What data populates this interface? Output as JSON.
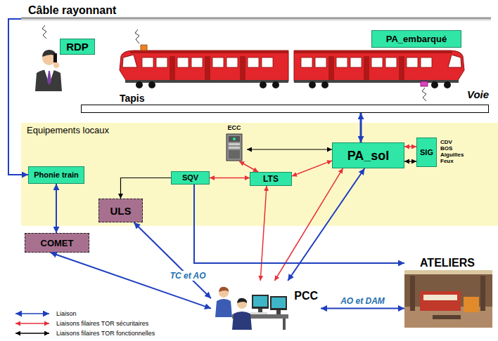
{
  "diagram": {
    "nodes": [
      {
        "text": [
          "RDP"
        ]
      },
      {
        "text": [
          "PA_embarqué"
        ]
      },
      {
        "text": [
          "Tapis"
        ]
      },
      {
        "text": [
          "Equipements locaux"
        ]
      },
      {
        "text": [
          "ECC"
        ],
        "in": 3
      },
      {
        "text": [
          "PA_sol"
        ],
        "in": 3
      },
      {
        "text": [
          "SIG"
        ],
        "in": 3
      },
      {
        "text": [
          "Phonie train"
        ],
        "in": 3
      },
      {
        "text": [
          "SQV"
        ],
        "in": 3
      },
      {
        "text": [
          "LTS"
        ],
        "in": 3
      },
      {
        "text": [
          "ULS"
        ],
        "in": 3
      },
      {
        "text": [
          "COMET"
        ]
      },
      {
        "text": [
          "ATELIERS"
        ]
      },
      {
        "text": [
          "PCC"
        ]
      }
    ],
    "edges": [
      {
        "from": 7,
        "to": 11,
        "arrow": "both"
      },
      {
        "from": 11,
        "to": 13,
        "arrow": "both"
      },
      {
        "from": 8,
        "to": 10,
        "arrow": "to"
      },
      {
        "from": 8,
        "to": 9,
        "arrow": "both"
      },
      {
        "from": 4,
        "to": 9,
        "arrow": "both"
      },
      {
        "from": 4,
        "to": 5,
        "arrow": "both"
      },
      {
        "from": 9,
        "to": 5,
        "arrow": "both"
      },
      {
        "from": 5,
        "to": 6,
        "arrow": "both"
      },
      {
        "from": 5,
        "to": 6,
        "arrow": "both"
      },
      {
        "from": 2,
        "to": 5,
        "arrow": "both"
      },
      {
        "from": 10,
        "to": 13,
        "label": "TC et AO",
        "arrow": "both"
      },
      {
        "from": 9,
        "to": 13,
        "arrow": "both"
      },
      {
        "from": 5,
        "to": 13,
        "arrow": "both"
      },
      {
        "from": 5,
        "to": 13,
        "arrow": "both"
      },
      {
        "from": 8,
        "to": 12,
        "arrow": "to"
      },
      {
        "from": 13,
        "to": 12,
        "label": "AO et DAM",
        "arrow": "both"
      }
    ],
    "labels": [
      "Câble rayonnant",
      "Voie",
      "CDV",
      "BOS",
      "Aiguilles",
      "Feux"
    ],
    "legend": [
      {
        "text": "Liaison"
      },
      {
        "text": "Liaisons filaires TOR sécuritaires"
      },
      {
        "text": "Liaisons filaires TOR fonctionnelles"
      }
    ]
  }
}
